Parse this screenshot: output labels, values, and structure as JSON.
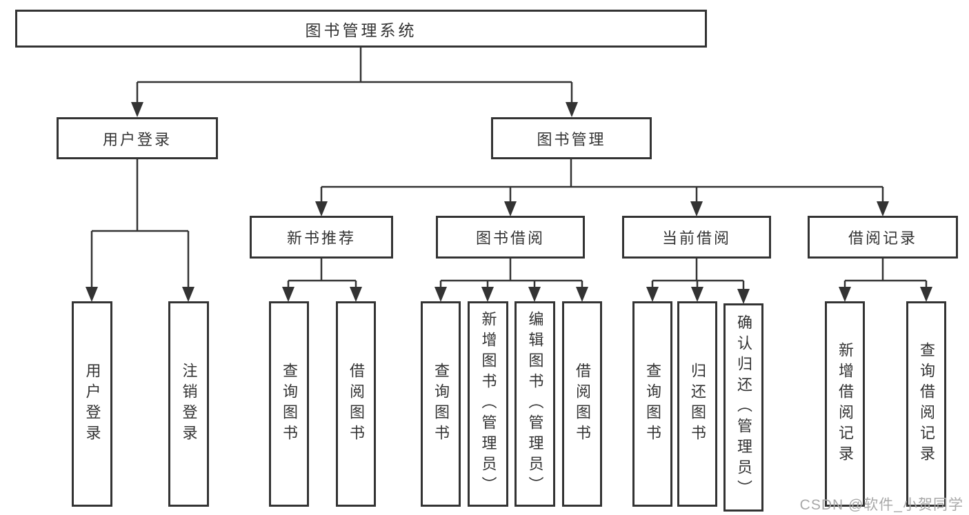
{
  "diagram": {
    "root": {
      "label": "图书管理系统"
    },
    "branches": {
      "user_login": {
        "label": "用户登录",
        "children": [
          "用户登录",
          "注销登录"
        ]
      },
      "book_management": {
        "label": "图书管理",
        "sections": [
          {
            "label": "新书推荐",
            "children": [
              "查询图书",
              "借阅图书"
            ]
          },
          {
            "label": "图书借阅",
            "children": [
              "查询图书",
              "新增图书（管理员）",
              "编辑图书（管理员）",
              "借阅图书"
            ]
          },
          {
            "label": "当前借阅",
            "children": [
              "查询图书",
              "归还图书",
              "确认归还（管理员）"
            ]
          },
          {
            "label": "借阅记录",
            "children": [
              "新增借阅记录",
              "查询借阅记录"
            ]
          }
        ]
      }
    }
  },
  "watermark": "CSDN @软件_小贺同学",
  "colors": {
    "line": "#333333",
    "box_border": "#333333",
    "box_bg": "#ffffff",
    "text": "#333333",
    "watermark": "#a8a8a8"
  }
}
